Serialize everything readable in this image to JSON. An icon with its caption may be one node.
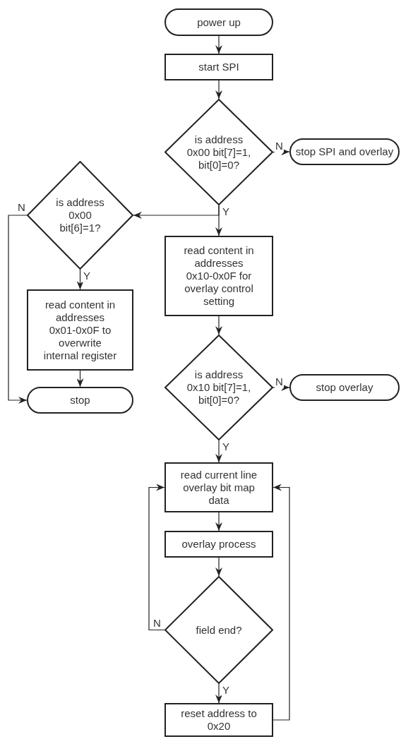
{
  "diagram": {
    "nodes": [
      {
        "text": [
          "power up"
        ]
      },
      {
        "text": [
          "start SPI"
        ]
      },
      {
        "text": [
          "is address 0x00 bit[7]=1, bit[0]=0?"
        ]
      },
      {
        "text": [
          "stop SPI and overlay"
        ]
      },
      {
        "text": [
          "is address 0x00 bit[6]=1?"
        ]
      },
      {
        "text": [
          "read content in addresses 0x10-0x0F for overlay control setting"
        ]
      },
      {
        "text": [
          "read content in addresses 0x01-0x0F to overwrite internal register"
        ]
      },
      {
        "text": [
          "stop"
        ]
      },
      {
        "text": [
          "is address 0x10 bit[7]=1, bit[0]=0?"
        ]
      },
      {
        "text": [
          "stop overlay"
        ]
      },
      {
        "text": [
          "read current line overlay bit map data"
        ]
      },
      {
        "text": [
          "overlay process"
        ]
      },
      {
        "text": [
          "field end?"
        ]
      },
      {
        "text": [
          "reset address to 0x20"
        ]
      }
    ],
    "edges": [
      {
        "from": 0,
        "to": 1,
        "arrow": "to"
      },
      {
        "from": 1,
        "to": 2,
        "arrow": "to"
      },
      {
        "from": 2,
        "to": 3,
        "arrow": "to",
        "label": "N"
      },
      {
        "from": 2,
        "to": 5,
        "arrow": "to",
        "label": "Y"
      },
      {
        "from": 2,
        "to": 4,
        "arrow": "to"
      },
      {
        "from": 4,
        "to": 6,
        "arrow": "to",
        "label": "Y"
      },
      {
        "from": 4,
        "to": 7,
        "arrow": "to",
        "label": "N"
      },
      {
        "from": 6,
        "to": 7,
        "arrow": "to"
      },
      {
        "from": 5,
        "to": 8,
        "arrow": "to"
      },
      {
        "from": 8,
        "to": 9,
        "arrow": "to",
        "label": "N"
      },
      {
        "from": 8,
        "to": 10,
        "arrow": "to",
        "label": "Y"
      },
      {
        "from": 10,
        "to": 11,
        "arrow": "to"
      },
      {
        "from": 11,
        "to": 12,
        "arrow": "to"
      },
      {
        "from": 12,
        "to": 10,
        "arrow": "to",
        "label": "N"
      },
      {
        "from": 12,
        "to": 13,
        "arrow": "to",
        "label": "Y"
      },
      {
        "from": 13,
        "to": 10,
        "arrow": "to"
      }
    ]
  }
}
